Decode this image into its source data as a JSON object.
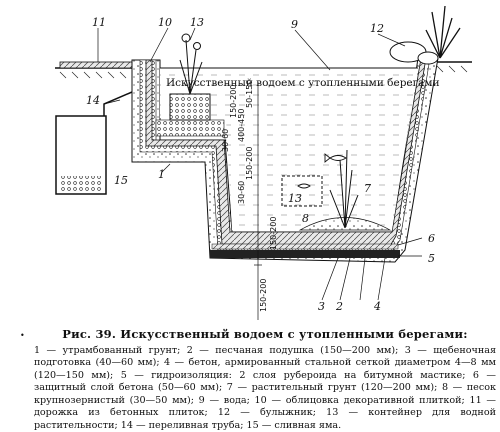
{
  "figure": {
    "inner_title": "Искусственный водоем с утопленными берегами",
    "labels": [
      "11",
      "10",
      "13",
      "9",
      "12",
      "14",
      "15",
      "1",
      "3",
      "2",
      "4",
      "5",
      "6",
      "7",
      "8",
      "13"
    ],
    "dims": [
      "400-450",
      "50-150",
      "30-60",
      "150-200",
      "30-60",
      "150-200",
      "150-200",
      "150-200"
    ]
  },
  "caption": {
    "title": "Рис. 39. Искусственный водоем с утопленными берегами:",
    "body": "1 — утрамбованный грунт; 2 — песчаная подушка (150—200 мм); 3 — щебеночная подготовка (40—60 мм); 4 — бетон, армированный стальной сеткой диаметром 4—8 мм (120—150 мм); 5 — гидроизоляция: 2 слоя рубероида на битумной мастике; 6 — защитный слой бетона (50—60 мм); 7 — растительный грунт (120—200 мм); 8 — песок крупнозернистый (30—50 мм); 9 — вода; 10 — облицовка декоративной плиткой; 11 — дорожка из бетонных плиток; 12 — булыжник; 13 — контейнер для водной растительности; 14 — переливная труба; 15 — сливная яма."
  }
}
